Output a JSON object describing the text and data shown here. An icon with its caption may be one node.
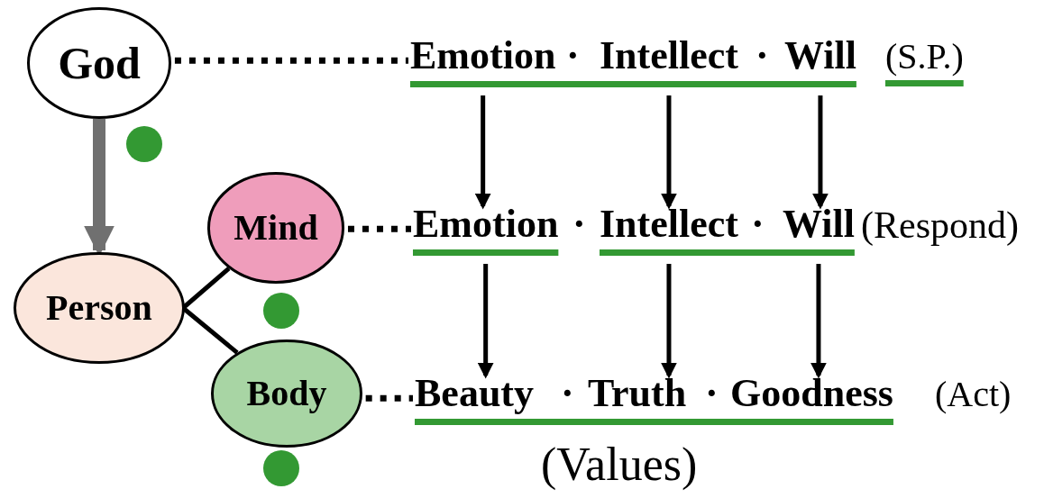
{
  "diagram": {
    "nodes": [
      {
        "text": [
          "God"
        ]
      },
      {
        "text": [
          "Emotion"
        ]
      },
      {
        "text": [
          "Intellect"
        ]
      },
      {
        "text": [
          "Will"
        ]
      },
      {
        "text": [
          "Mind"
        ]
      },
      {
        "text": [
          "Emotion"
        ]
      },
      {
        "text": [
          "Intellect"
        ]
      },
      {
        "text": [
          "Will"
        ]
      },
      {
        "text": [
          "Person"
        ]
      },
      {
        "text": [
          "Body"
        ]
      },
      {
        "text": [
          "Beauty"
        ]
      },
      {
        "text": [
          "Truth"
        ]
      },
      {
        "text": [
          "Goodness"
        ]
      }
    ],
    "edges": [
      {
        "from": 0,
        "to": 8,
        "arrow": "to",
        "style": "thick",
        "color": "#707070"
      },
      {
        "from": 8,
        "to": 4,
        "arrow": "none"
      },
      {
        "from": 8,
        "to": 9,
        "arrow": "none"
      },
      {
        "from": 0,
        "to": 1,
        "arrow": "none",
        "style": "dashed"
      },
      {
        "from": 4,
        "to": 5,
        "arrow": "none",
        "style": "dashed"
      },
      {
        "from": 9,
        "to": 10,
        "arrow": "none",
        "style": "dashed"
      },
      {
        "from": 1,
        "to": 5,
        "arrow": "to"
      },
      {
        "from": 2,
        "to": 6,
        "arrow": "to"
      },
      {
        "from": 3,
        "to": 7,
        "arrow": "to"
      },
      {
        "from": 5,
        "to": 10,
        "arrow": "to"
      },
      {
        "from": 6,
        "to": 11,
        "arrow": "to"
      },
      {
        "from": 7,
        "to": 12,
        "arrow": "to"
      }
    ],
    "labels": [
      "·",
      "·",
      "(S.P.)",
      "·",
      "·",
      "(Respond)",
      "·",
      "·",
      "(Act)",
      "(Values)"
    ]
  }
}
